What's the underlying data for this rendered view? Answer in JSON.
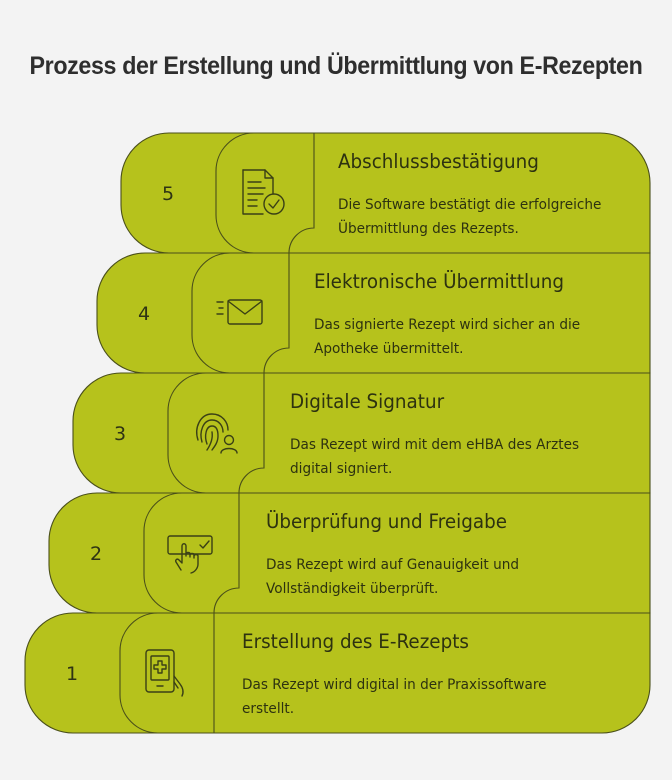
{
  "title": "Prozess der Erstellung und Übermittlung von E-Rezepten",
  "colors": {
    "fill": "#b6c21c",
    "stroke": "#4a4f1a",
    "background": "#f3f3f3",
    "text": "#2d3210"
  },
  "steps": [
    {
      "number": "5",
      "title": "Abschlussbestätigung",
      "desc_lines": [
        "Die Software bestätigt die erfolgreiche",
        "Übermittlung des Rezepts."
      ],
      "icon": "document-check-icon"
    },
    {
      "number": "4",
      "title": "Elektronische Übermittlung",
      "desc_lines": [
        "Das signierte Rezept wird sicher an die",
        "Apotheke übermittelt."
      ],
      "icon": "envelope-send-icon"
    },
    {
      "number": "3",
      "title": "Digitale Signatur",
      "desc_lines": [
        "Das Rezept wird mit dem eHBA des Arztes",
        "digital signiert."
      ],
      "icon": "fingerprint-user-icon"
    },
    {
      "number": "2",
      "title": "Überprüfung und Freigabe",
      "desc_lines": [
        "Das Rezept wird auf Genauigkeit und",
        "Vollständigkeit überprüft."
      ],
      "icon": "hand-tap-check-icon"
    },
    {
      "number": "1",
      "title": "Erstellung des E-Rezepts",
      "desc_lines": [
        "Das Rezept wird digital in der Praxissoftware",
        "erstellt."
      ],
      "icon": "tablet-prescription-icon"
    }
  ]
}
